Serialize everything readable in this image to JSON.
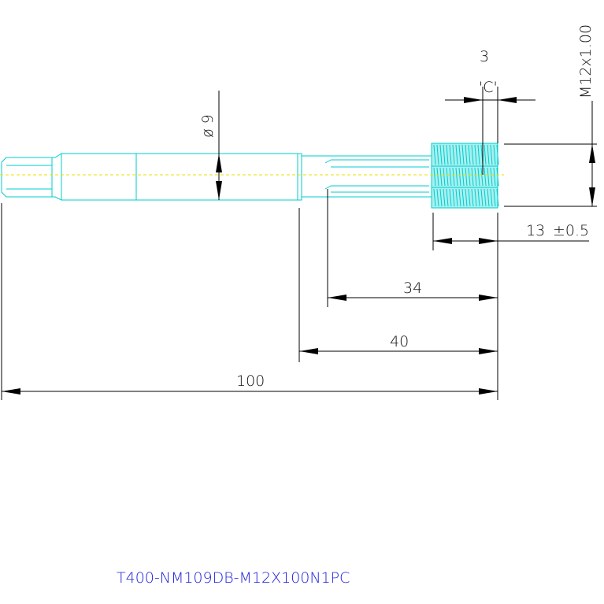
{
  "dimensions": {
    "overall_length": "100",
    "shank_to_tip": "40",
    "flute_length": "34",
    "thread_length": "13",
    "thread_tolerance": "±0.5",
    "chamfer": "3",
    "chamfer_label": "'C'",
    "shank_diameter": "ø 9",
    "thread_spec": "M12x1.00"
  },
  "part_number": "T400-NM109DB-M12X100N1PC",
  "colors": {
    "geometry": "#00cccc",
    "fill": "#a8f0f0",
    "dimension": "#000000",
    "centerline": "#e8e000",
    "part_number": "#2020e0"
  }
}
